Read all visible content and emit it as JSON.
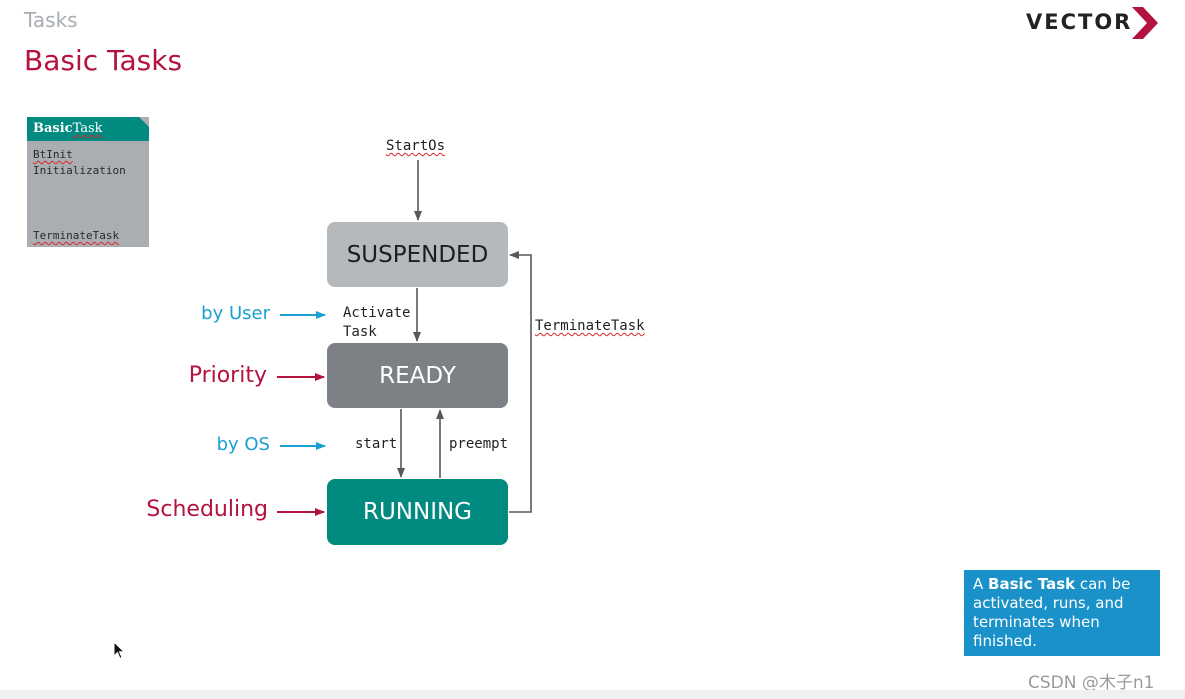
{
  "header": {
    "breadcrumb": "Tasks",
    "title": "Basic Tasks",
    "logo_text": "VECTOR"
  },
  "card": {
    "title_bold": "Basic",
    "title_rest": "Task",
    "line1": "BtInit",
    "line2": "Initialization",
    "line3": "TerminateTask"
  },
  "diagram": {
    "states": {
      "suspended": "SUSPENDED",
      "ready": "READY",
      "running": "RUNNING"
    },
    "transitions": {
      "start_os": "StartOs",
      "activate_line1": "Activate",
      "activate_line2": "Task",
      "terminate": "TerminateTask",
      "start": "start",
      "preempt": "preempt"
    },
    "side_labels": {
      "by_user": "by User",
      "priority": "Priority",
      "by_os": "by OS",
      "scheduling": "Scheduling"
    }
  },
  "callout": {
    "prefix": "A ",
    "bold": "Basic Task",
    "suffix": " can be activated, runs, and terminates when finished."
  },
  "watermark": "CSDN @木子n1",
  "colors": {
    "brand_red": "#b5133f",
    "teal": "#008a80",
    "blue": "#1a9fd3",
    "callout_blue": "#1a91c8"
  }
}
